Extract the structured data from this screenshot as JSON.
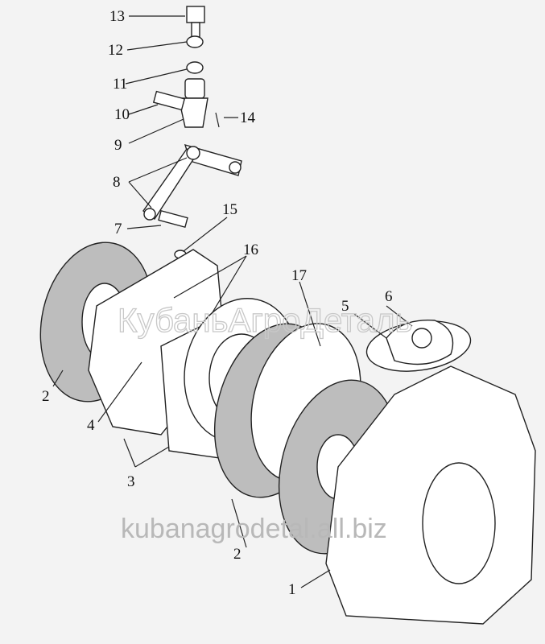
{
  "title": "Сцепление — схема деталей",
  "callouts": [
    "1",
    "2",
    "2",
    "3",
    "4",
    "5",
    "6",
    "7",
    "8",
    "9",
    "10",
    "11",
    "12",
    "13",
    "14",
    "15",
    "16",
    "17"
  ],
  "watermarks": {
    "center": "КубаньАгроДеталь",
    "bottom": "kubanagrodetal.all.biz"
  }
}
